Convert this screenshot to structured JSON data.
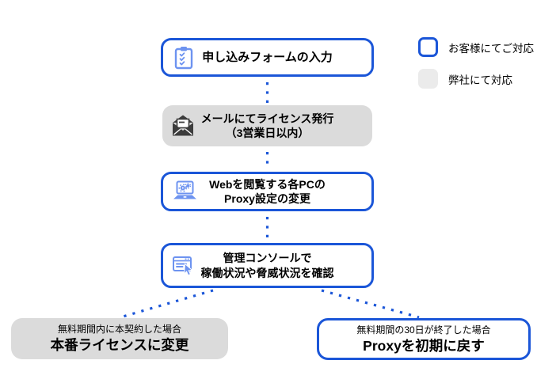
{
  "diagram_title": "license-setup-flow",
  "colors": {
    "accent_blue": "#1B56D8",
    "icon_blue": "#6D93F0",
    "icon_dark": "#3C3C3C",
    "company_box_bg": "#DBDBDB",
    "legend_company_bg": "#EBEBEB",
    "text": "#000000",
    "background": "#FFFFFF"
  },
  "legend": {
    "items": [
      {
        "label": "お客様にてご対応",
        "owner": "customer"
      },
      {
        "label": "弊社にて対応",
        "owner": "company"
      }
    ]
  },
  "steps": [
    {
      "lines": [
        "申し込みフォームの入力"
      ],
      "owner": "customer",
      "icon": "clipboard-check-icon"
    },
    {
      "lines": [
        "メールにてライセンス発行",
        "（3営業日以内）"
      ],
      "owner": "company",
      "icon": "open-mail-icon"
    },
    {
      "lines": [
        "Webを閲覧する各PCの",
        "Proxy設定の変更"
      ],
      "owner": "customer",
      "icon": "laptop-gears-icon"
    },
    {
      "lines": [
        "管理コンソールで",
        "稼働状況や脅威状況を確認"
      ],
      "owner": "customer",
      "icon": "console-window-icon"
    }
  ],
  "branches": [
    {
      "condition": "無料期間内に本契約した場合",
      "action": "本番ライセンスに変更",
      "owner": "company"
    },
    {
      "condition": "無料期間の30日が終了した場合",
      "action": "Proxyを初期に戻す",
      "owner": "customer"
    }
  ]
}
